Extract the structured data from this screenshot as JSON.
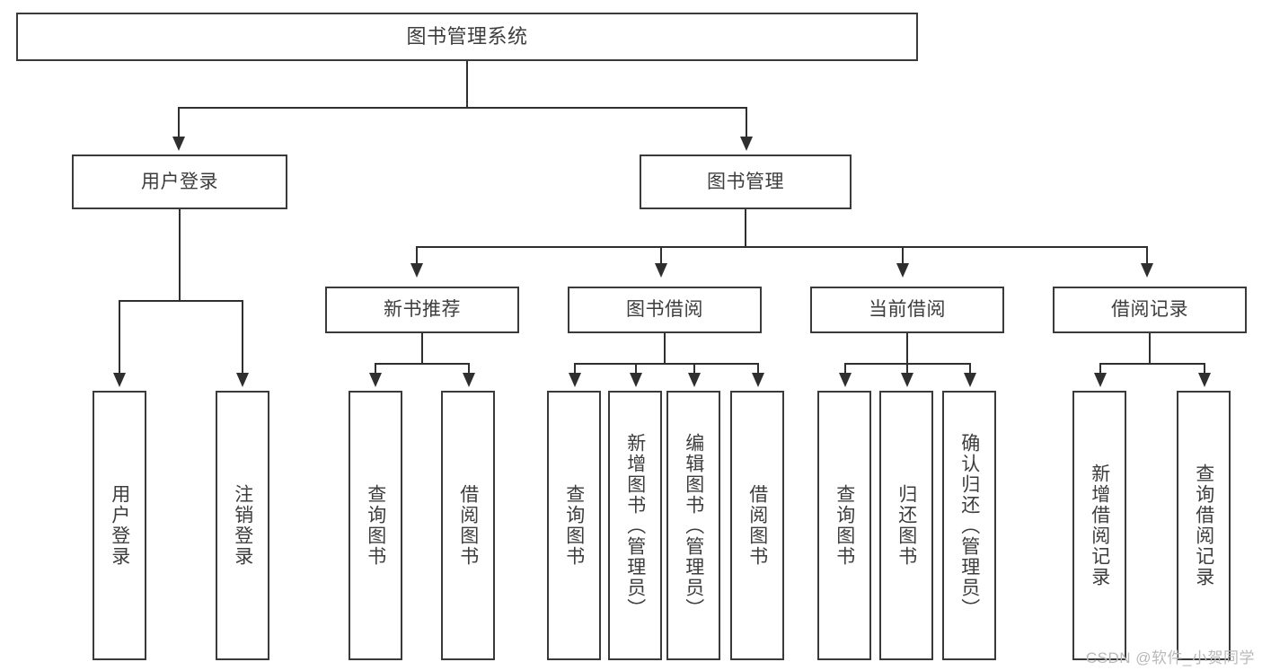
{
  "diagram": {
    "type": "tree-hierarchy",
    "title": "图书管理系统",
    "root": {
      "label": "图书管理系统"
    },
    "level1": [
      {
        "id": "user-login",
        "label": "用户登录"
      },
      {
        "id": "book-management",
        "label": "图书管理"
      }
    ],
    "level2": [
      {
        "id": "new-book-recommend",
        "label": "新书推荐",
        "parent": "book-management"
      },
      {
        "id": "book-borrow",
        "label": "图书借阅",
        "parent": "book-management"
      },
      {
        "id": "current-borrow",
        "label": "当前借阅",
        "parent": "book-management"
      },
      {
        "id": "borrow-record",
        "label": "借阅记录",
        "parent": "book-management"
      }
    ],
    "leaves": {
      "user_login": [
        {
          "id": "leaf-user-login",
          "label": "用户登录"
        },
        {
          "id": "leaf-user-logout",
          "label": "注销登录"
        }
      ],
      "new_book_recommend": [
        {
          "id": "leaf-query-book-1",
          "label": "查询图书"
        },
        {
          "id": "leaf-borrow-book-1",
          "label": "借阅图书"
        }
      ],
      "book_borrow": [
        {
          "id": "leaf-query-book-2",
          "label": "查询图书"
        },
        {
          "id": "leaf-add-book",
          "label": "新增图书（管理员）"
        },
        {
          "id": "leaf-edit-book",
          "label": "编辑图书（管理员）"
        },
        {
          "id": "leaf-borrow-book-2",
          "label": "借阅图书"
        }
      ],
      "current_borrow": [
        {
          "id": "leaf-query-book-3",
          "label": "查询图书"
        },
        {
          "id": "leaf-return-book",
          "label": "归还图书"
        },
        {
          "id": "leaf-confirm-return",
          "label": "确认归还（管理员）"
        }
      ],
      "borrow_record": [
        {
          "id": "leaf-add-record",
          "label": "新增借阅记录"
        },
        {
          "id": "leaf-query-record",
          "label": "查询借阅记录"
        }
      ]
    }
  },
  "watermark": {
    "text": "CSDN @软件_小贺同学"
  },
  "colors": {
    "box_border": "#3a3a3a",
    "line": "#2f2f2f",
    "text": "#3d3d3d",
    "background": "#ffffff",
    "watermark": "#b9b9b9"
  }
}
